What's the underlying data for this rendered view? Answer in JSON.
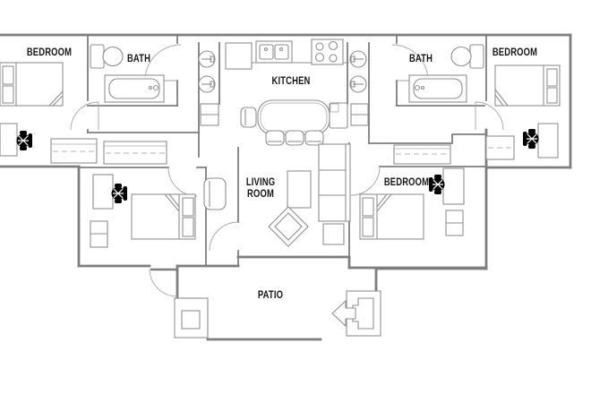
{
  "plan": {
    "colors": {
      "background": "#ffffff",
      "wall": "#7e7e7e",
      "fixture": "#8f8f8f",
      "light_fixture": "#a6a6a6",
      "dashed_rod": "#b5b5b5",
      "label": "#161616",
      "chair_icon": "#000000"
    },
    "labels": {
      "bedroom_top_left": "BEDROOM",
      "bath_left": "BATH",
      "kitchen": "KITCHEN",
      "bath_right": "BATH",
      "bedroom_top_right": "BEDROOM",
      "living_line1": "LIVING",
      "living_line2": "ROOM",
      "bedroom_mid_right": "BEDROOM",
      "patio": "PATIO"
    }
  }
}
